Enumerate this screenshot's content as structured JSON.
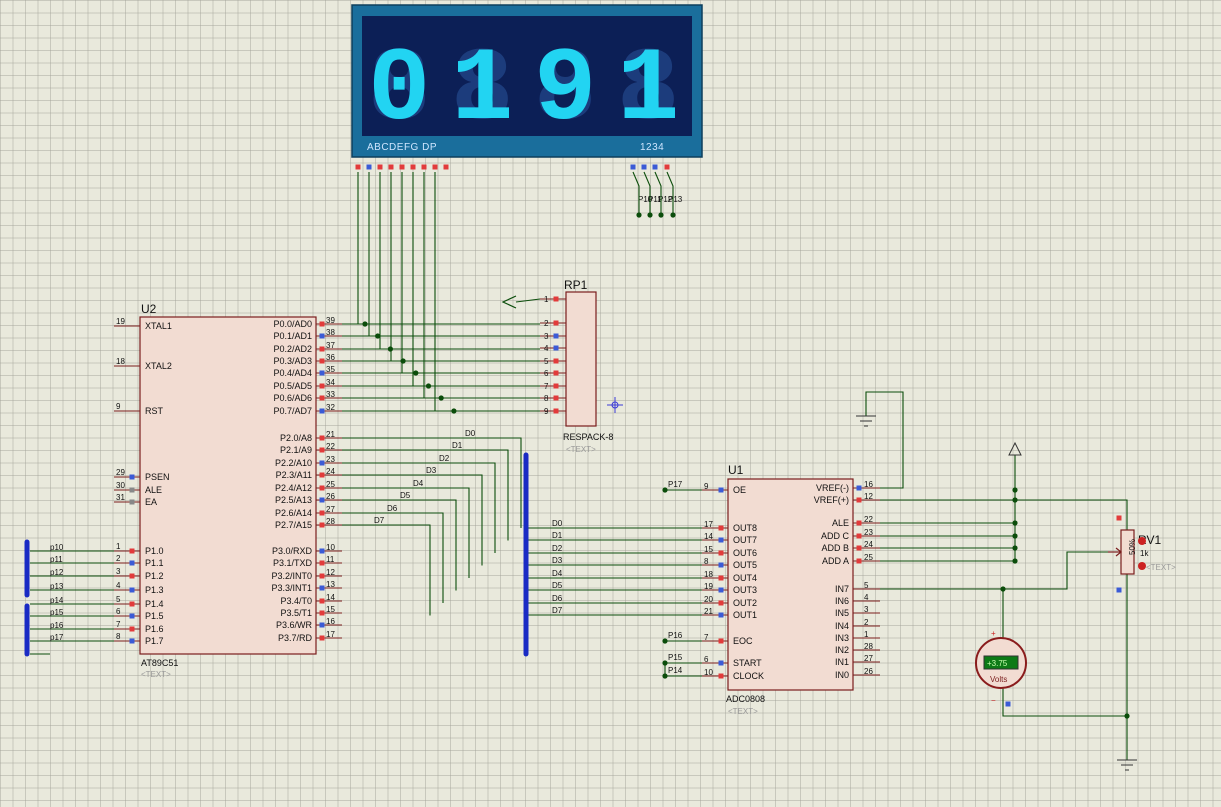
{
  "display": {
    "digits": [
      "0",
      "1",
      "9",
      "1"
    ],
    "seg_label": "ABCDEFG DP",
    "dig_label": "1234",
    "pin_labels": [
      "P10",
      "P11",
      "P12",
      "P13"
    ]
  },
  "rp1": {
    "ref": "RP1",
    "type": "RESPACK-8",
    "text": "<TEXT>",
    "pins": [
      "1",
      "2",
      "3",
      "4",
      "5",
      "6",
      "7",
      "8",
      "9"
    ]
  },
  "u2": {
    "ref": "U2",
    "part": "AT89C51",
    "text": "<TEXT>",
    "left_pins": [
      {
        "num": "19",
        "name": "XTAL1"
      },
      {
        "num": "18",
        "name": "XTAL2"
      },
      {
        "num": "9",
        "name": "RST"
      },
      {
        "num": "29",
        "name": "PSEN"
      },
      {
        "num": "30",
        "name": "ALE"
      },
      {
        "num": "31",
        "name": "EA"
      },
      {
        "num": "1",
        "name": "P1.0"
      },
      {
        "num": "2",
        "name": "P1.1"
      },
      {
        "num": "3",
        "name": "P1.2"
      },
      {
        "num": "4",
        "name": "P1.3"
      },
      {
        "num": "5",
        "name": "P1.4"
      },
      {
        "num": "6",
        "name": "P1.5"
      },
      {
        "num": "7",
        "name": "P1.6"
      },
      {
        "num": "8",
        "name": "P1.7"
      }
    ],
    "right_pins": [
      {
        "num": "39",
        "name": "P0.0/AD0"
      },
      {
        "num": "38",
        "name": "P0.1/AD1"
      },
      {
        "num": "37",
        "name": "P0.2/AD2"
      },
      {
        "num": "36",
        "name": "P0.3/AD3"
      },
      {
        "num": "35",
        "name": "P0.4/AD4"
      },
      {
        "num": "34",
        "name": "P0.5/AD5"
      },
      {
        "num": "33",
        "name": "P0.6/AD6"
      },
      {
        "num": "32",
        "name": "P0.7/AD7"
      },
      {
        "num": "21",
        "name": "P2.0/A8"
      },
      {
        "num": "22",
        "name": "P2.1/A9"
      },
      {
        "num": "23",
        "name": "P2.2/A10"
      },
      {
        "num": "24",
        "name": "P2.3/A11"
      },
      {
        "num": "25",
        "name": "P2.4/A12"
      },
      {
        "num": "26",
        "name": "P2.5/A13"
      },
      {
        "num": "27",
        "name": "P2.6/A14"
      },
      {
        "num": "28",
        "name": "P2.7/A15"
      },
      {
        "num": "10",
        "name": "P3.0/RXD"
      },
      {
        "num": "11",
        "name": "P3.1/TXD"
      },
      {
        "num": "12",
        "name": "P3.2/INT0"
      },
      {
        "num": "13",
        "name": "P3.3/INT1"
      },
      {
        "num": "14",
        "name": "P3.4/T0"
      },
      {
        "num": "15",
        "name": "P3.5/T1"
      },
      {
        "num": "16",
        "name": "P3.6/WR"
      },
      {
        "num": "17",
        "name": "P3.7/RD"
      }
    ],
    "p1_nets": [
      "p10",
      "p11",
      "p12",
      "p13",
      "p14",
      "p15",
      "p16",
      "p17"
    ],
    "p2_nets": [
      "D0",
      "D1",
      "D2",
      "D3",
      "D4",
      "D5",
      "D6",
      "D7"
    ]
  },
  "u1": {
    "ref": "U1",
    "part": "ADC0808",
    "text": "<TEXT>",
    "left_pins": [
      {
        "num": "9",
        "name": "OE",
        "net": "P17"
      },
      {
        "num": "17",
        "name": "OUT8",
        "net": "D0"
      },
      {
        "num": "14",
        "name": "OUT7",
        "net": "D1"
      },
      {
        "num": "15",
        "name": "OUT6",
        "net": "D2"
      },
      {
        "num": "8",
        "name": "OUT5",
        "net": "D3"
      },
      {
        "num": "18",
        "name": "OUT4",
        "net": "D4"
      },
      {
        "num": "19",
        "name": "OUT3",
        "net": "D5"
      },
      {
        "num": "20",
        "name": "OUT2",
        "net": "D6"
      },
      {
        "num": "21",
        "name": "OUT1",
        "net": "D7"
      },
      {
        "num": "7",
        "name": "EOC",
        "net": "P16"
      },
      {
        "num": "6",
        "name": "START",
        "net": "P15"
      },
      {
        "num": "10",
        "name": "CLOCK",
        "net": "P14"
      }
    ],
    "right_pins": [
      {
        "num": "16",
        "name": "VREF(-)"
      },
      {
        "num": "12",
        "name": "VREF(+)"
      },
      {
        "num": "22",
        "name": "ALE"
      },
      {
        "num": "23",
        "name": "ADD C"
      },
      {
        "num": "24",
        "name": "ADD B"
      },
      {
        "num": "25",
        "name": "ADD A"
      },
      {
        "num": "5",
        "name": "IN7"
      },
      {
        "num": "4",
        "name": "IN6"
      },
      {
        "num": "3",
        "name": "IN5"
      },
      {
        "num": "2",
        "name": "IN4"
      },
      {
        "num": "1",
        "name": "IN3"
      },
      {
        "num": "28",
        "name": "IN2"
      },
      {
        "num": "27",
        "name": "IN1"
      },
      {
        "num": "26",
        "name": "IN0"
      }
    ]
  },
  "rv1": {
    "ref": "RV1",
    "value": "1k",
    "text": "<TEXT>",
    "pct": "50%"
  },
  "voltmeter": {
    "reading": "+3.75",
    "unit": "Volts",
    "plus": "+",
    "minus": "−"
  }
}
